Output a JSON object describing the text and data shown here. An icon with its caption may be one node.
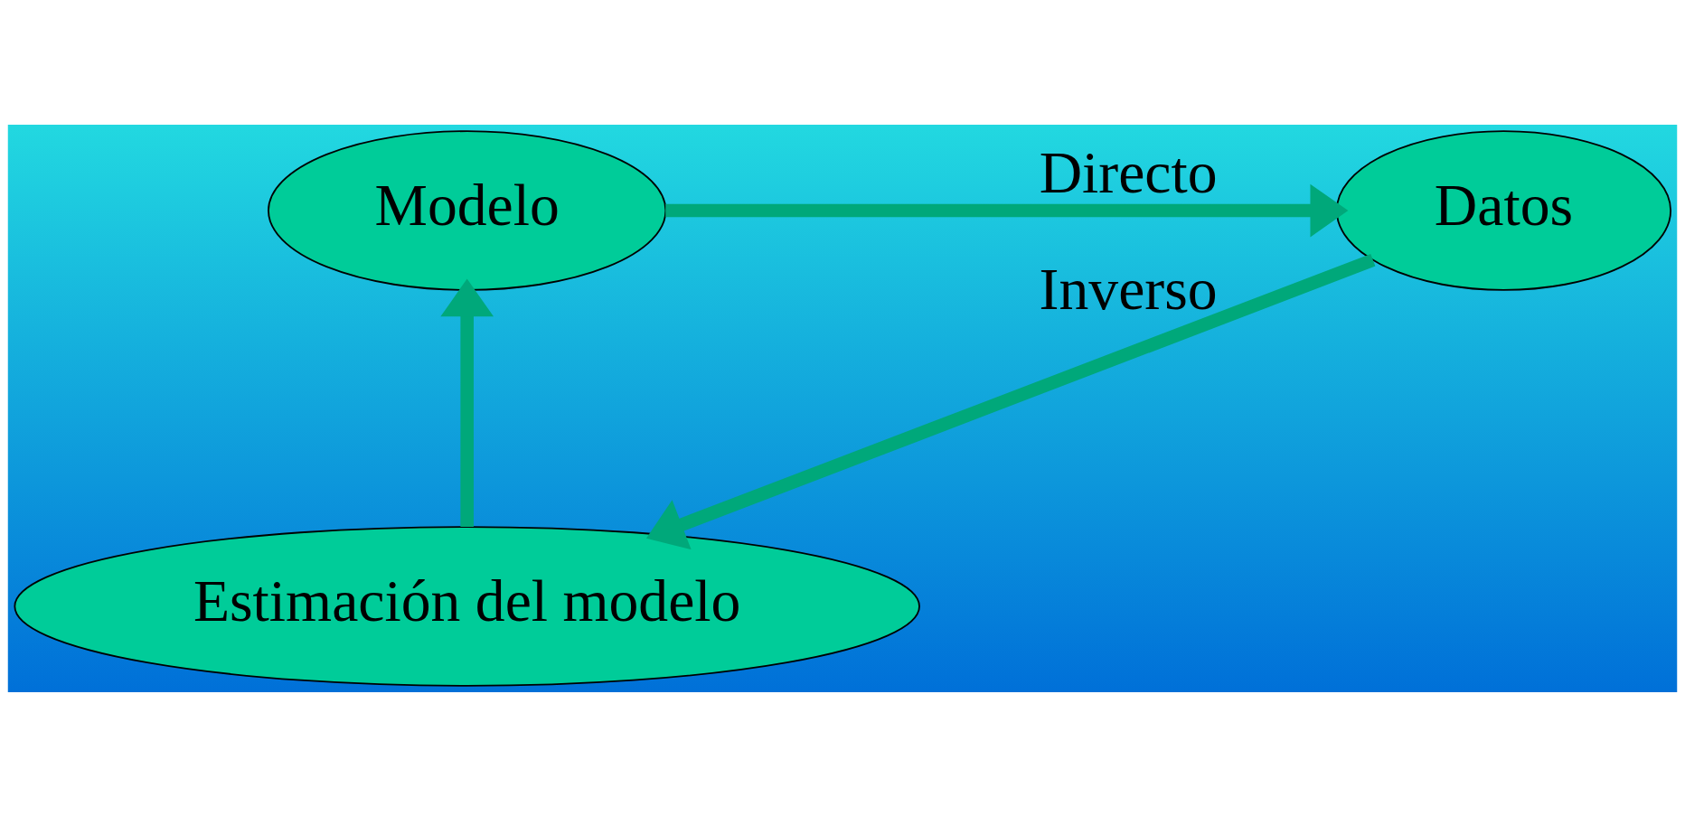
{
  "diagram": {
    "nodes": [
      {
        "text": [
          "Modelo"
        ]
      },
      {
        "text": [
          "Datos"
        ]
      },
      {
        "text": [
          "Estimación del modelo"
        ]
      }
    ],
    "edges": [
      {
        "from": 0,
        "to": 1,
        "arrow": "to",
        "label": "Directo"
      },
      {
        "from": 1,
        "to": 2,
        "arrow": "to",
        "label": "Inverso"
      },
      {
        "from": 2,
        "to": 0,
        "arrow": "to"
      }
    ]
  }
}
